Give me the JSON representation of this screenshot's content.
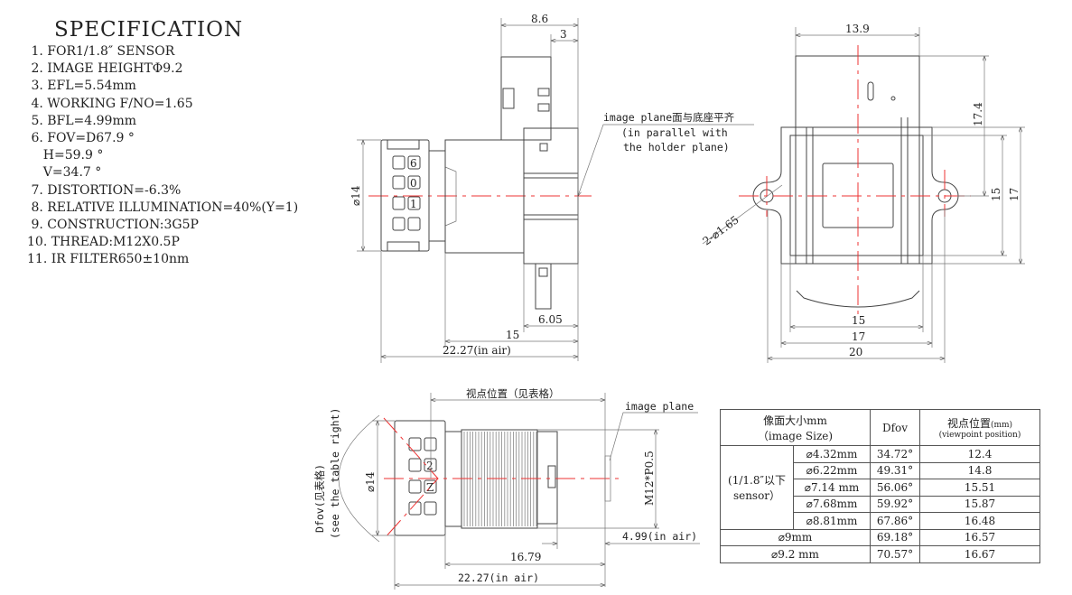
{
  "specification": {
    "title": "SPECIFICATION",
    "items": [
      " 1. FOR1/1.8″ SENSOR",
      " 2. IMAGE HEIGHTΦ9.2",
      " 3. EFL=5.54mm",
      " 4. WORKING F/NO=1.65",
      " 5. BFL=4.99mm",
      " 6. FOV=D67.9 °",
      "    H=59.9 °",
      "    V=34.7 °",
      " 7. DISTORTION=-6.3%",
      " 8. RELATIVE ILLUMINATION=40%(Y=1)",
      " 9. CONSTRUCTION:3G5P",
      "10. THREAD:M12X0.5P",
      "11. IR FILTER650±10nm"
    ]
  },
  "side_view": {
    "dim_8_6": "8.6",
    "dim_3": "3",
    "dim_dia14": "⌀14",
    "dim_6_05": "6.05",
    "dim_15": "15",
    "dim_22_27": "22.27(in air)",
    "lens_marks": [
      "6",
      "0",
      "1"
    ],
    "note_line1": "image plane面与底座平齐",
    "note_line2": "(in parallel with",
    "note_line3": "the holder plane)"
  },
  "front_view": {
    "dim_13_9": "13.9",
    "dim_17_4": "17.4",
    "dim_15_v": "15",
    "dim_17_v": "17",
    "dim_15_h": "15",
    "dim_17_h": "17",
    "dim_20": "20",
    "hole_label": "2-⌀1.65"
  },
  "bottom_view": {
    "viewpoint_label": "视点位置（见表格）",
    "image_plane": "image plane",
    "dim_dia14": "⌀14",
    "thread": "M12*P0.5",
    "dim_4_99": "4.99(in air)",
    "dim_16_79": "16.79",
    "dim_22_27": "22.27(in air)",
    "dfov_line1": "Dfov(见表格)",
    "dfov_line2": "(see the table right)",
    "lens_marks": [
      "2",
      "Z"
    ]
  },
  "table": {
    "header_size_1": "像面大小mm",
    "header_size_2": "（image Size)",
    "header_dfov": "Dfov",
    "header_vp_1": "视点位置",
    "header_vp_unit": "(mm)",
    "header_vp_2": "(viewpoint position)",
    "group_label_1": "(1/1.8″以下",
    "group_label_2": "sensor）",
    "rows": [
      {
        "size": "⌀4.32mm",
        "dfov": "34.72°",
        "vp": "12.4"
      },
      {
        "size": "⌀6.22mm",
        "dfov": "49.31°",
        "vp": "14.8"
      },
      {
        "size": "⌀7.14 mm",
        "dfov": "56.06°",
        "vp": "15.51"
      },
      {
        "size": "⌀7.68mm",
        "dfov": "59.92°",
        "vp": "15.87"
      },
      {
        "size": "⌀8.81mm",
        "dfov": "67.86°",
        "vp": "16.48"
      },
      {
        "size": "⌀9mm",
        "dfov": "69.18°",
        "vp": "16.57"
      },
      {
        "size": "⌀9.2 mm",
        "dfov": "70.57°",
        "vp": "16.67"
      }
    ]
  }
}
